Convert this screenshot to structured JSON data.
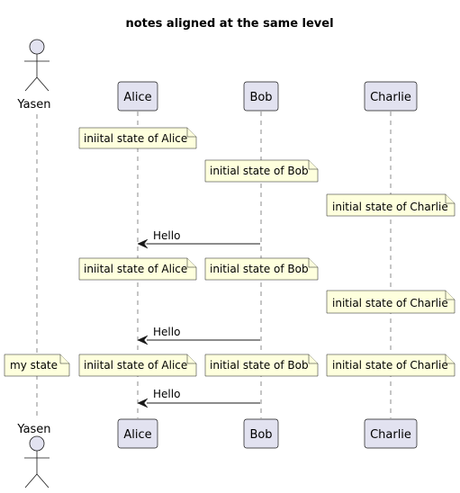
{
  "diagram": {
    "title": "notes aligned at the same level",
    "participants": [
      {
        "id": "yasen",
        "label": "Yasen",
        "kind": "actor"
      },
      {
        "id": "alice",
        "label": "Alice",
        "kind": "participant"
      },
      {
        "id": "bob",
        "label": "Bob",
        "kind": "participant"
      },
      {
        "id": "charlie",
        "label": "Charlie",
        "kind": "participant"
      }
    ],
    "notes": {
      "alice_1": "iniital state of Alice",
      "bob_1": "initial state of Bob",
      "charlie_1": "initial state of Charlie",
      "alice_2": "iniital state of Alice",
      "bob_2": "initial state of Bob",
      "charlie_2": "initial state of Charlie",
      "yasen_3": "my state",
      "alice_3": "iniital state of Alice",
      "bob_3": "initial state of Bob",
      "charlie_3": "initial state of Charlie"
    },
    "messages": [
      {
        "from": "Bob",
        "to": "Alice",
        "label": "Hello"
      },
      {
        "from": "Bob",
        "to": "Alice",
        "label": "Hello"
      },
      {
        "from": "Bob",
        "to": "Alice",
        "label": "Hello"
      }
    ],
    "colors": {
      "participant_fill": "#E2E2F0",
      "note_fill": "#FEFFDD",
      "border": "#181818"
    }
  }
}
